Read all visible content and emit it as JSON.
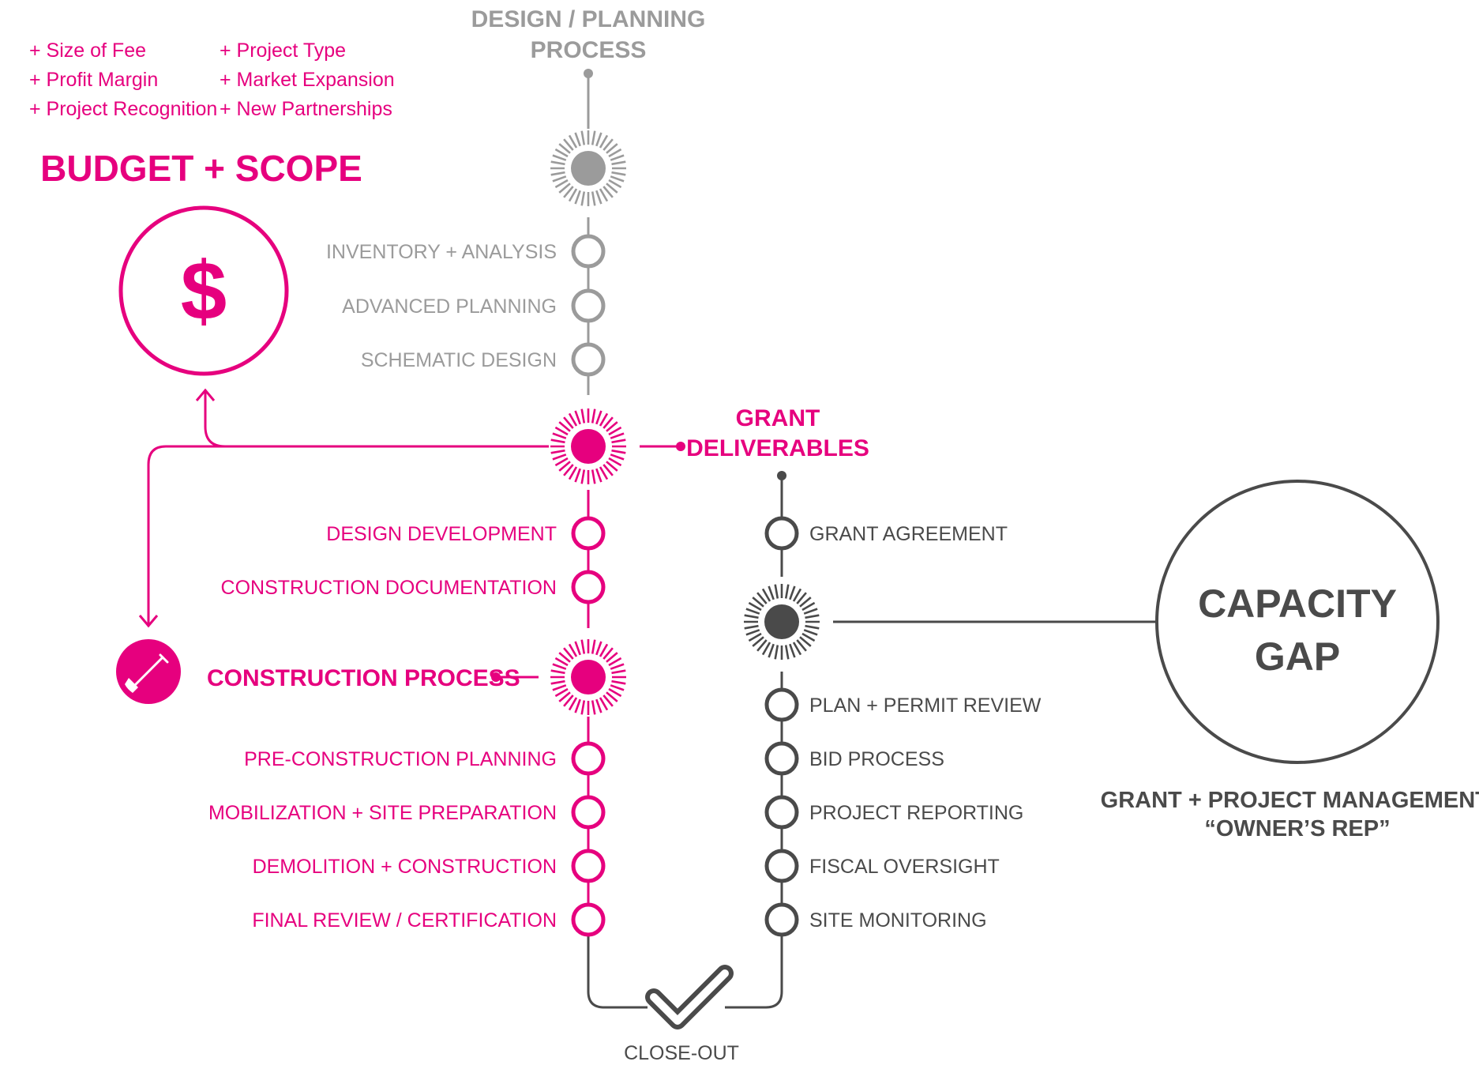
{
  "colors": {
    "magenta": "#e6007e",
    "gray": "#9b9b9b",
    "dark": "#4a4a4a",
    "background": "#ffffff"
  },
  "factors": {
    "left": [
      "+ Size of Fee",
      "+ Profit Margin",
      "+ Project Recognition"
    ],
    "right": [
      "+ Project Type",
      "+ Market Expansion",
      "+ New Partnerships"
    ]
  },
  "budget": {
    "title": "BUDGET + SCOPE",
    "symbol": "$"
  },
  "design_process": {
    "title_line1": "DESIGN / PLANNING",
    "title_line2": "PROCESS",
    "steps": [
      "INVENTORY + ANALYSIS",
      "ADVANCED PLANNING",
      "SCHEMATIC DESIGN"
    ]
  },
  "grant_deliverables": {
    "title_line1": "GRANT",
    "title_line2": "DELIVERABLES",
    "design_steps": [
      "DESIGN DEVELOPMENT",
      "CONSTRUCTION DOCUMENTATION"
    ]
  },
  "construction_process": {
    "title": "CONSTRUCTION PROCESS",
    "icon": "shovel-icon",
    "steps": [
      "PRE-CONSTRUCTION PLANNING",
      "MOBILIZATION + SITE PREPARATION",
      "DEMOLITION + CONSTRUCTION",
      "FINAL REVIEW / CERTIFICATION"
    ]
  },
  "grant_track": {
    "first_step": "GRANT AGREEMENT",
    "steps": [
      "PLAN + PERMIT REVIEW",
      "BID PROCESS",
      "PROJECT REPORTING",
      "FISCAL OVERSIGHT",
      "SITE MONITORING"
    ]
  },
  "capacity_gap": {
    "line1": "CAPACITY",
    "line2": "GAP",
    "caption_line1": "GRANT + PROJECT MANAGEMENT:",
    "caption_line2": "“OWNER’S REP”"
  },
  "close_out": {
    "label": "CLOSE-OUT",
    "icon": "checkmark-icon"
  }
}
